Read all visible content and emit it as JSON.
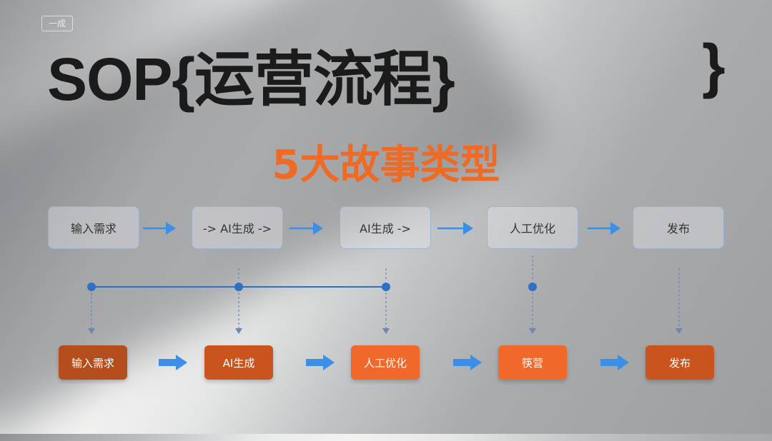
{
  "watermark": "一成",
  "title": {
    "main": "SOP{运营流程}",
    "closing_brace": "}"
  },
  "subtitle": "5大故事类型",
  "top_row": [
    {
      "label": "输入需求"
    },
    {
      "label": "-> AI生成 ->"
    },
    {
      "label": "AI生成 ->"
    },
    {
      "label": "人工优化"
    },
    {
      "label": "发布"
    }
  ],
  "bottom_row": [
    {
      "label": "输入需求",
      "style": "dark"
    },
    {
      "label": "AI生成",
      "style": "mid"
    },
    {
      "label": "人工优化",
      "style": "bright"
    },
    {
      "label": "筷营",
      "style": "bright"
    },
    {
      "label": "发布",
      "style": "mid"
    }
  ],
  "colors": {
    "accent_orange": "#ef6a24",
    "arrow_blue": "#3d8ee6",
    "connector_blue": "#2f6fc4"
  }
}
